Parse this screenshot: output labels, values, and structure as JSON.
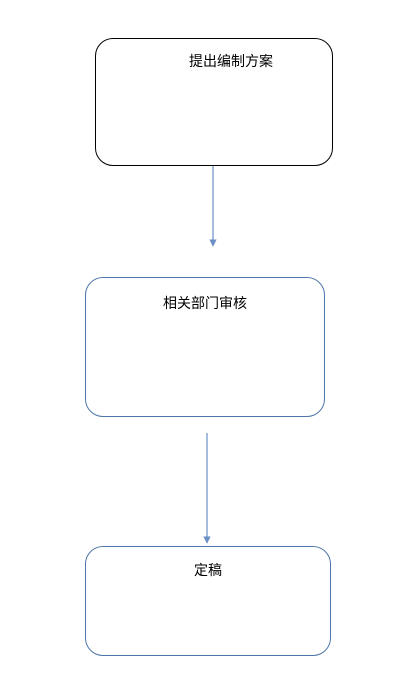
{
  "flow": {
    "steps": [
      {
        "label": "提出编制方案"
      },
      {
        "label": "相关部门审核"
      },
      {
        "label": "定稿"
      }
    ],
    "colors": {
      "first_border": "#000000",
      "other_border": "#4f76a8",
      "arrow": "#6a8fc4"
    }
  }
}
